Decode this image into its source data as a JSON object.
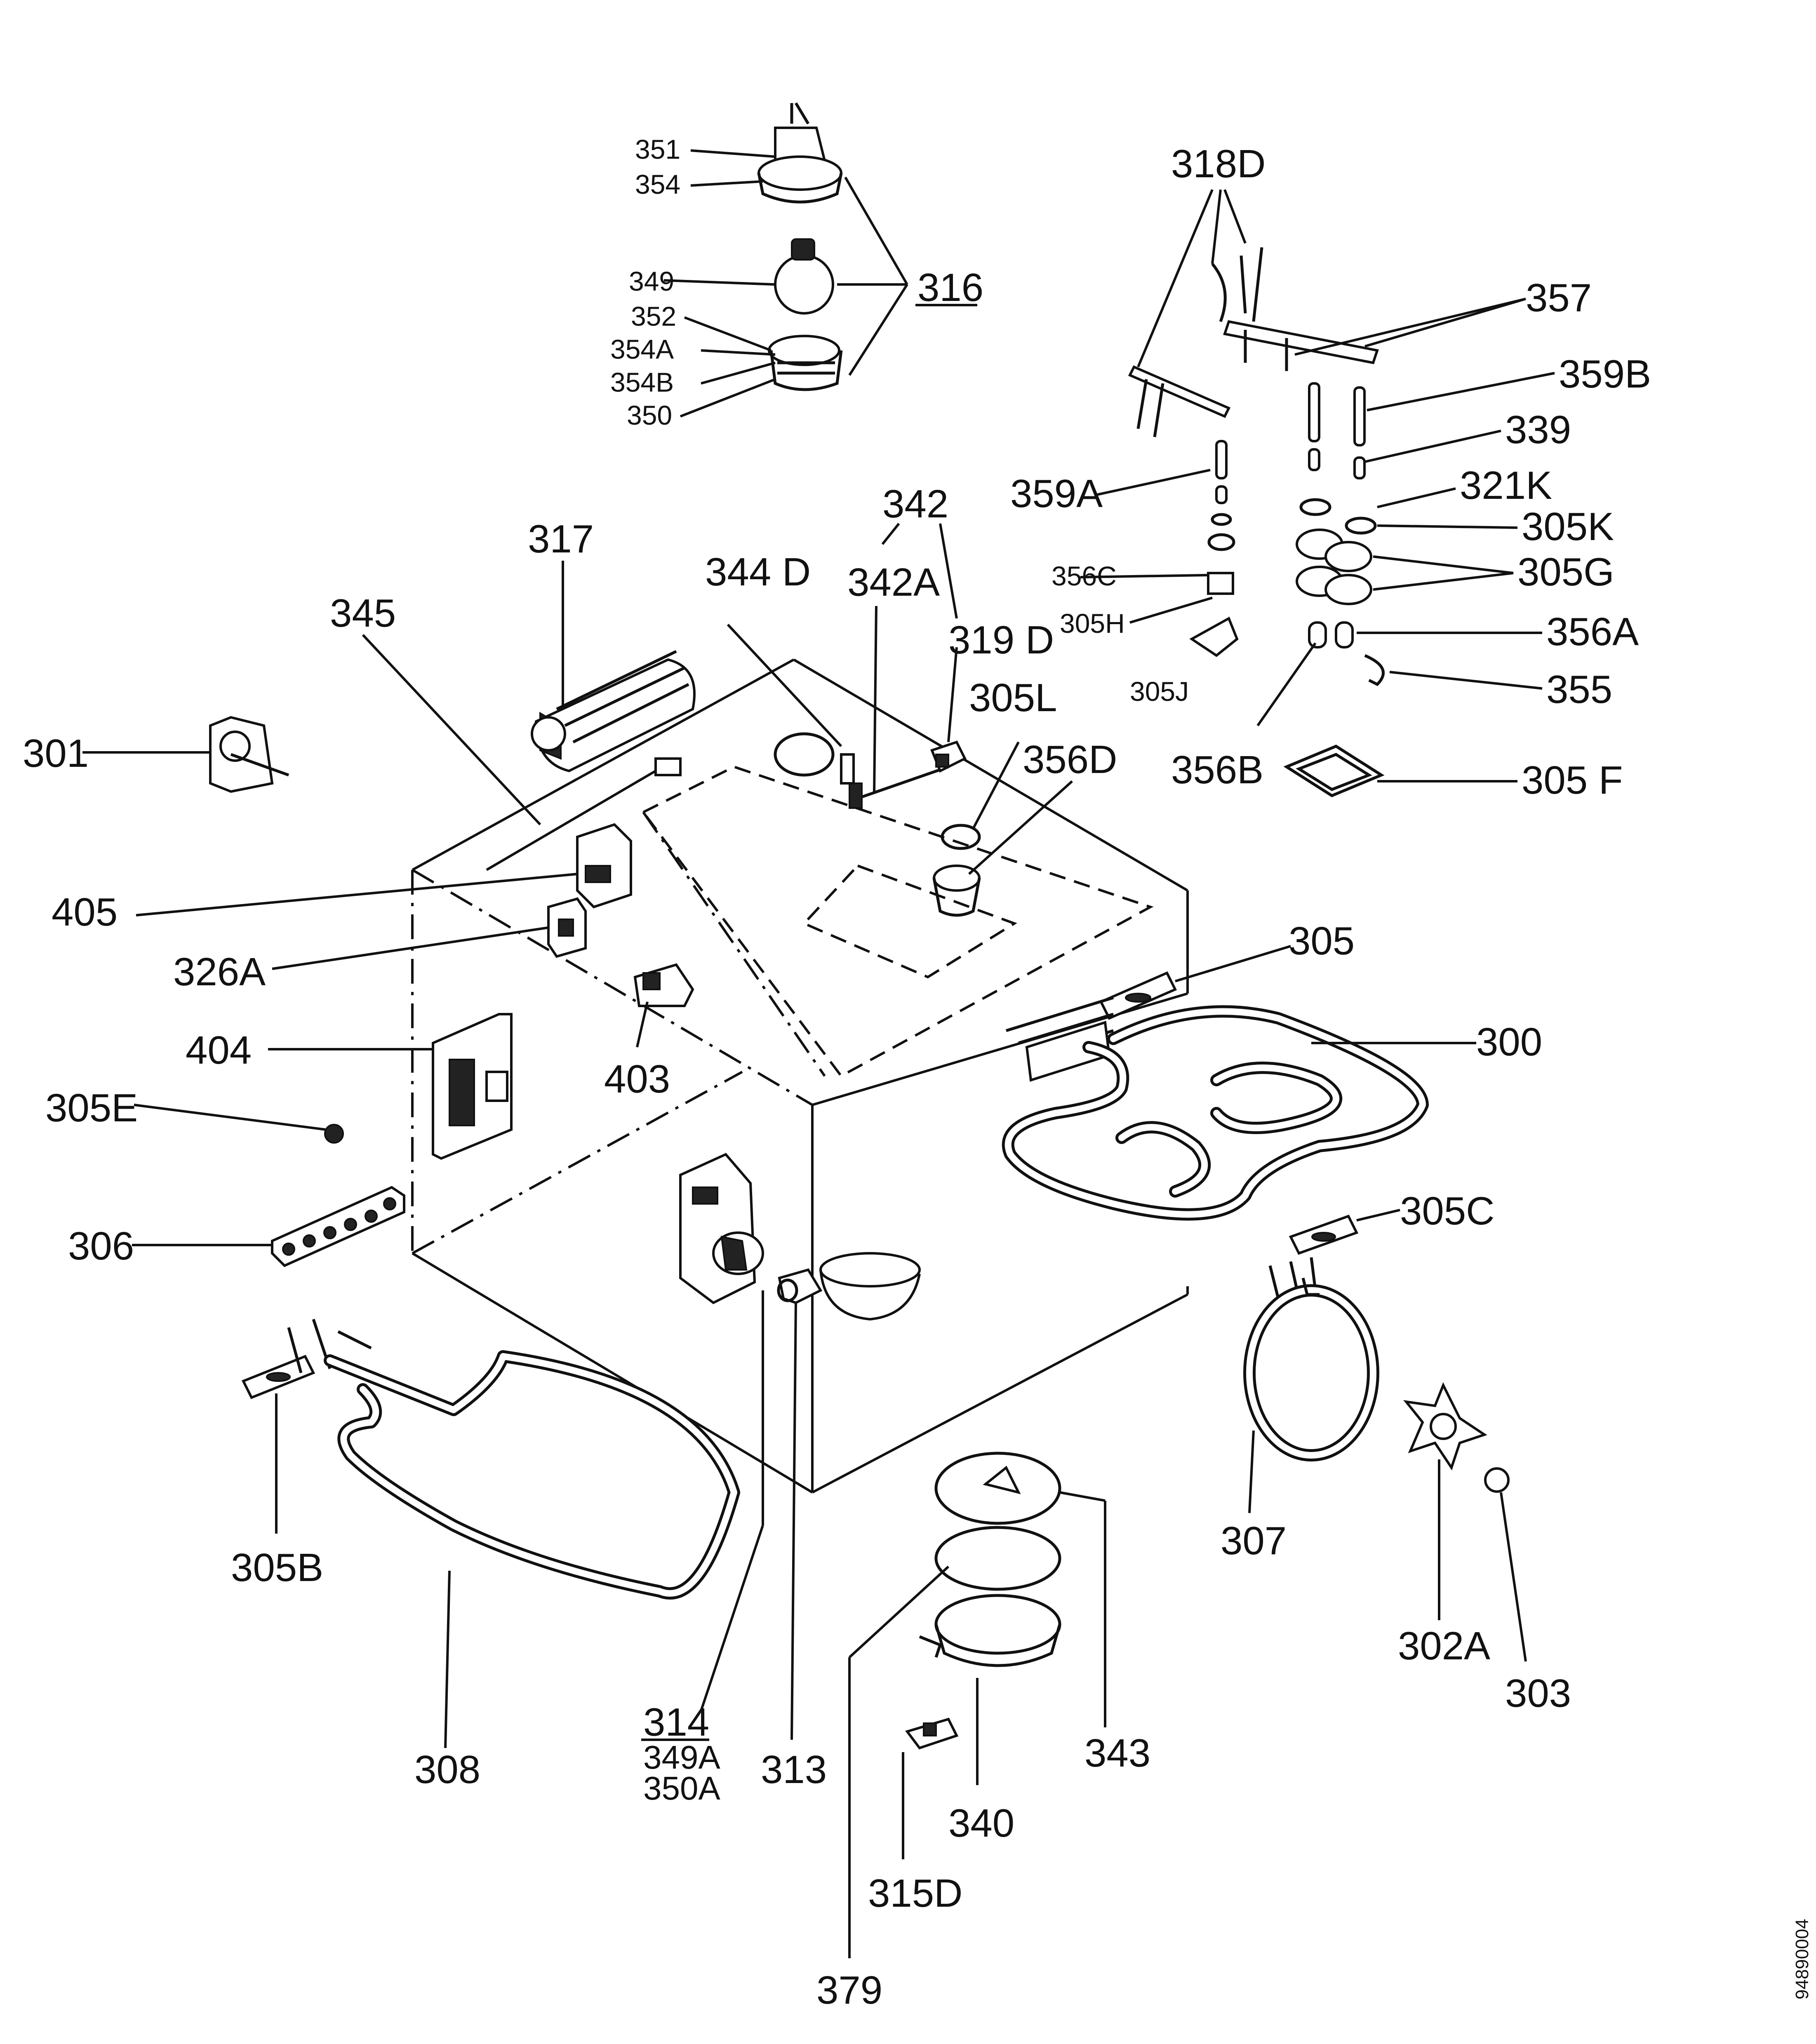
{
  "labels": {
    "l351": "351",
    "l354": "354",
    "l349": "349",
    "l316": "316",
    "l352": "352",
    "l354A": "354A",
    "l354B": "354B",
    "l350": "350",
    "l318D": "318D",
    "l357": "357",
    "l359B": "359B",
    "l339": "339",
    "l359A": "359A",
    "l321K": "321K",
    "l305K": "305K",
    "l356C": "356C",
    "l305G": "305G",
    "l305H": "305H",
    "l356A": "356A",
    "l305J": "305J",
    "l355": "355",
    "l356B": "356B",
    "l305F": "305 F",
    "l342": "342",
    "l344D": "344 D",
    "l342A": "342A",
    "l319D": "319 D",
    "l305L": "305L",
    "l356D": "356D",
    "l317": "317",
    "l345": "345",
    "l301": "301",
    "l405": "405",
    "l326A": "326A",
    "l305": "305",
    "l300": "300",
    "l404": "404",
    "l403": "403",
    "l305E": "305E",
    "l306": "306",
    "l305C": "305C",
    "l307": "307",
    "l305B": "305B",
    "l302A": "302A",
    "l303": "303",
    "l308": "308",
    "l314": "314",
    "l349A": "349A",
    "l350A": "350A",
    "l313": "313",
    "l343": "343",
    "l340": "340",
    "l315D": "315D",
    "l379": "379"
  },
  "drawing_code": "94890004"
}
